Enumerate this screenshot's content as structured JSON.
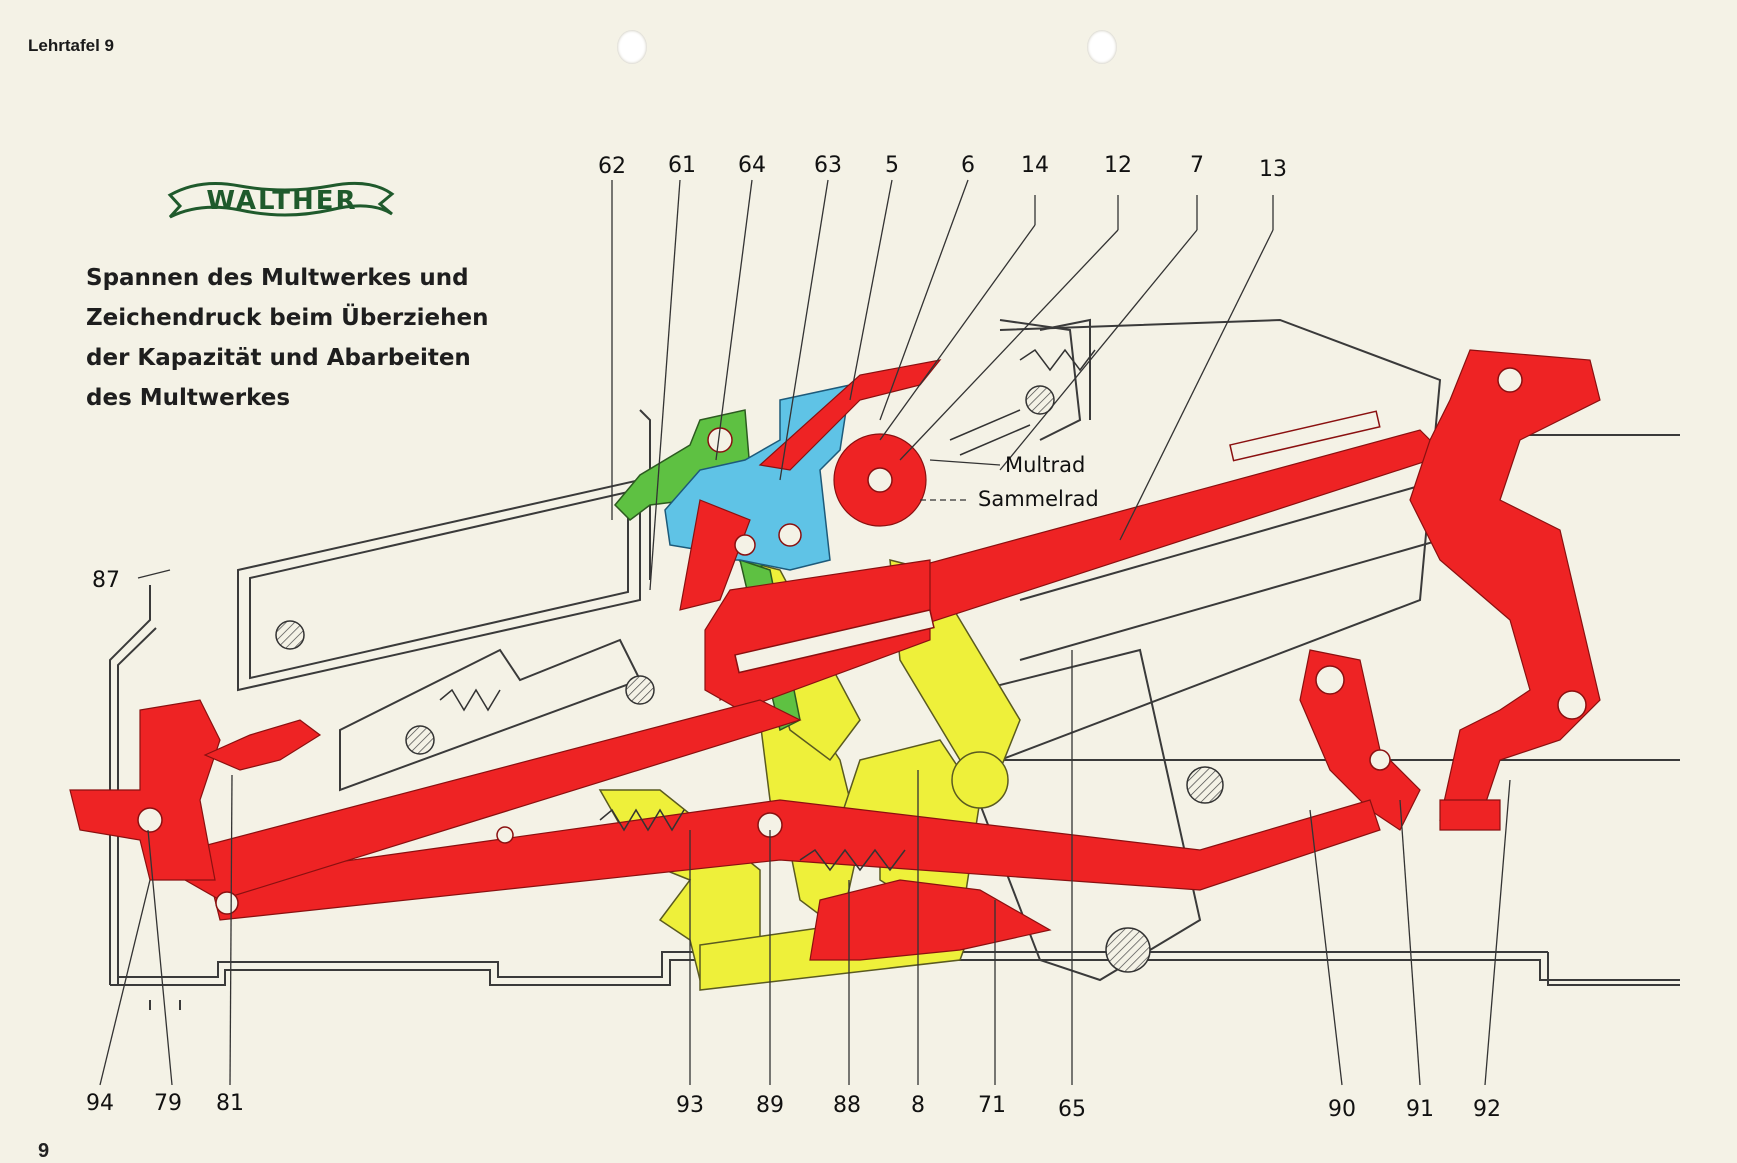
{
  "plate_label": "Lehrtafel 9",
  "logo": {
    "text": "WALTHER",
    "color": "#1f5a2c"
  },
  "title_lines": [
    "Spannen des Multwerkes und",
    "Zeichendruck beim Überziehen",
    "der Kapazität und Abarbeiten",
    "des Multwerkes"
  ],
  "page_number": "9",
  "part_labels": {
    "top": [
      "62",
      "61",
      "64",
      "63",
      "5",
      "6",
      "14",
      "12",
      "7",
      "13"
    ],
    "bottom": [
      "94",
      "79",
      "81",
      "93",
      "89",
      "88",
      "8",
      "71",
      "65",
      "90",
      "91",
      "92"
    ],
    "side": [
      "87"
    ]
  },
  "named_parts": [
    "Multrad",
    "Sammelrad"
  ],
  "colors": {
    "red": "#ee2324",
    "yellow": "#eef03a",
    "green": "#5ec142",
    "blue": "#5fc3e6",
    "outline": "#3a3a3a",
    "paper": "#f4f2e6"
  }
}
